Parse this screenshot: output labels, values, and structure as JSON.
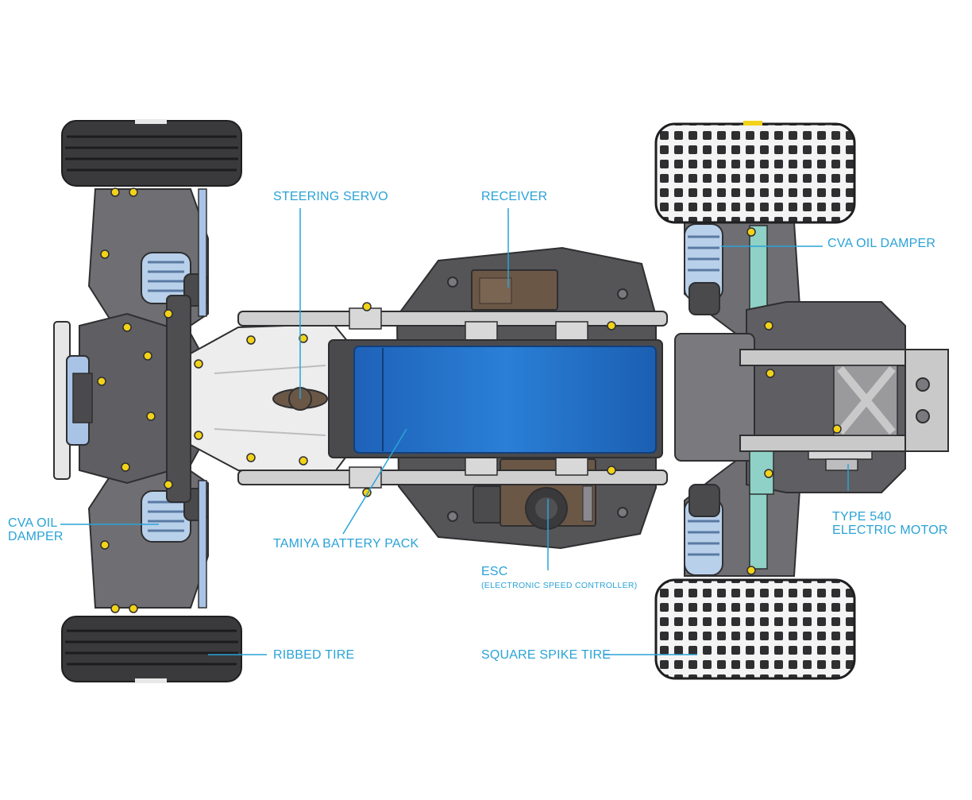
{
  "labels": {
    "steering_servo": "STEERING SERVO",
    "receiver": "RECEIVER",
    "cva_oil_damper_rear": "CVA OIL DAMPER",
    "cva_oil_damper_front_1": "CVA OIL",
    "cva_oil_damper_front_2": "DAMPER",
    "tamiya_battery_pack": "TAMIYA BATTERY PACK",
    "esc": "ESC",
    "esc_full": "(ELECTRONIC SPEED CONTROLLER)",
    "type_540_1": "TYPE 540",
    "type_540_2": "ELECTRIC MOTOR",
    "ribbed_tire": "RIBBED TIRE",
    "square_spike_tire": "SQUARE SPIKE TIRE"
  },
  "colors": {
    "label": "#2aa3d6",
    "chassis_dark": "#6f6f73",
    "chassis_mid": "#8c8c90",
    "battery": "#1f6fc8",
    "tire": "#3a3a3c",
    "screw": "#f2d21a",
    "rail": "#c9c9c9",
    "damper": "#b9d0ea",
    "motor_mount": "#8fd1c6"
  }
}
